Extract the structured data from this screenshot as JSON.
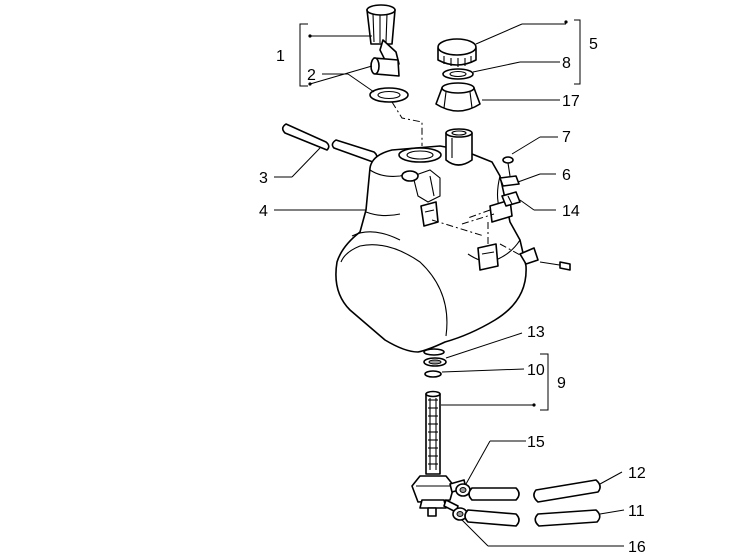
{
  "callouts": {
    "c1": "1",
    "c2": "2",
    "c3": "3",
    "c4": "4",
    "c5": "5",
    "c6": "6",
    "c7": "7",
    "c8": "8",
    "c9": "9",
    "c10": "10",
    "c11": "11",
    "c12": "12",
    "c13": "13",
    "c14": "14",
    "c15": "15",
    "c16": "16",
    "c17": "17"
  },
  "colors": {
    "line": "#000000",
    "background": "#ffffff",
    "shade": "#9a9a9a"
  },
  "icons": {
    "fuel-gauge-sender": "exploded-view part",
    "fuel-tank": "exploded-view part",
    "fuel-tap": "exploded-view part"
  }
}
